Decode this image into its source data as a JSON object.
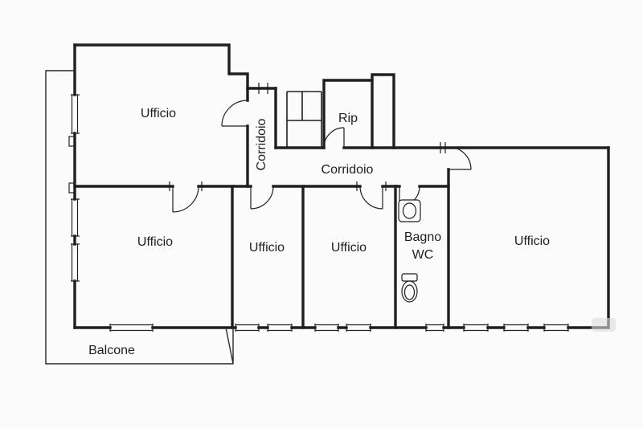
{
  "plan": {
    "rooms": {
      "ufficio_nw": {
        "label": "Ufficio"
      },
      "corridoio_vertical": {
        "label": "Corridoio"
      },
      "rip": {
        "label": "Rip"
      },
      "corridoio_horizontal": {
        "label": "Corridoio"
      },
      "ufficio_sw": {
        "label": "Ufficio"
      },
      "ufficio_s_mid1": {
        "label": "Ufficio"
      },
      "ufficio_s_mid2": {
        "label": "Ufficio"
      },
      "bagno": {
        "label": "Bagno",
        "label_line2": "WC"
      },
      "ufficio_e": {
        "label": "Ufficio"
      },
      "balcone": {
        "label": "Balcone"
      }
    },
    "colors": {
      "wall": "#1f1f1f",
      "background": "#fbfbfb",
      "text": "#1f1f1f"
    }
  }
}
